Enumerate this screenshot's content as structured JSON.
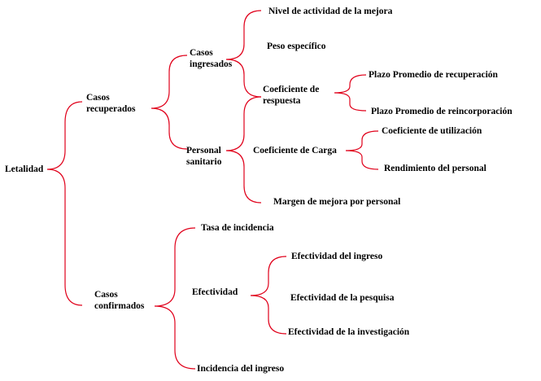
{
  "colors": {
    "connector": "#e0001a",
    "text": "#000000",
    "background": "#ffffff"
  },
  "nodes": {
    "letalidad": "Letalidad",
    "casos_recuperados": "Casos\nrecuperados",
    "casos_confirmados": "Casos\nconfirmados",
    "casos_ingresados": "Casos\ningresados",
    "personal_sanitario": "Personal\nsanitario",
    "nivel_actividad": "Nivel de actividad de la mejora",
    "peso_especifico": "Peso específico",
    "coef_respuesta": "Coeficiente de\nrespuesta",
    "coef_carga": "Coeficiente de Carga",
    "margen_mejora": "Margen de mejora por personal",
    "plazo_recuperacion": "Plazo Promedio de recuperación",
    "plazo_reincorporacion": "Plazo Promedio de reincorporación",
    "coef_utilizacion": "Coeficiente de utilización",
    "rendimiento_personal": "Rendimiento del personal",
    "tasa_incidencia": "Tasa de incidencia",
    "efectividad": "Efectividad",
    "incidencia_ingreso": "Incidencia del ingreso",
    "efectividad_ingreso": "Efectividad del ingreso",
    "efectividad_pesquisa": "Efectividad de la pesquisa",
    "efectividad_investigacion": "Efectividad de la investigación"
  }
}
